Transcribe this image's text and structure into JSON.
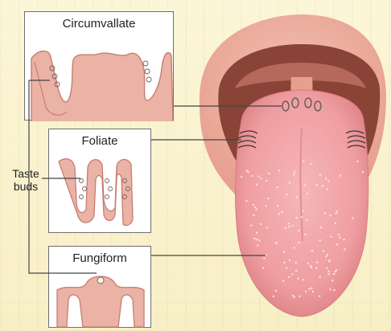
{
  "panels": {
    "circumvallate": {
      "title": "Circumvallate"
    },
    "foliate": {
      "title": "Foliate"
    },
    "fungiform": {
      "title": "Fungiform"
    }
  },
  "labels": {
    "taste_buds_line1": "Taste",
    "taste_buds_line2": "buds"
  },
  "colors": {
    "tissue": "#ebb2a6",
    "tissue_edge": "#c77d70",
    "tongue": "#ef9ba0",
    "mouth": "#7d3a30",
    "leader": "#444444"
  }
}
